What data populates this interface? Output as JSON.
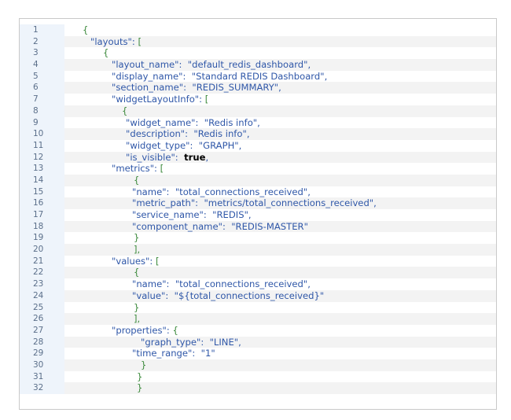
{
  "editor": {
    "lines": [
      {
        "n": "1",
        "indent": 0,
        "parts": [
          [
            "{",
            "p"
          ]
        ]
      },
      {
        "n": "2",
        "indent": 1,
        "parts": [
          [
            "\"layouts\"",
            "k"
          ],
          [
            ": ",
            "x"
          ],
          [
            "[",
            "p"
          ]
        ]
      },
      {
        "n": "3",
        "indent": 2,
        "parts": [
          [
            "{",
            "p"
          ]
        ]
      },
      {
        "n": "4",
        "indent": 3,
        "parts": [
          [
            "\"layout_name\"",
            "k"
          ],
          [
            ":  ",
            "x"
          ],
          [
            "\"default_redis_dashboard\"",
            "s"
          ],
          [
            ",",
            "x"
          ]
        ]
      },
      {
        "n": "5",
        "indent": 3,
        "parts": [
          [
            "\"display_name\"",
            "k"
          ],
          [
            ":  ",
            "x"
          ],
          [
            "\"Standard REDIS Dashboard\"",
            "s"
          ],
          [
            ",",
            "x"
          ]
        ]
      },
      {
        "n": "6",
        "indent": 3,
        "parts": [
          [
            "\"section_name\"",
            "k"
          ],
          [
            ":  ",
            "x"
          ],
          [
            "\"REDIS_SUMMARY\"",
            "s"
          ],
          [
            ",",
            "x"
          ]
        ]
      },
      {
        "n": "7",
        "indent": 3,
        "parts": [
          [
            "\"widgetLayoutInfo\"",
            "k"
          ],
          [
            ": ",
            "x"
          ],
          [
            "[",
            "p"
          ]
        ]
      },
      {
        "n": "8",
        "indent": 4,
        "parts": [
          [
            "{",
            "p"
          ]
        ]
      },
      {
        "n": "9",
        "indent": 5,
        "parts": [
          [
            "\"widget_name\"",
            "k"
          ],
          [
            ":  ",
            "x"
          ],
          [
            "\"Redis info\"",
            "s"
          ],
          [
            ",",
            "x"
          ]
        ]
      },
      {
        "n": "10",
        "indent": 5,
        "parts": [
          [
            "\"description\"",
            "k"
          ],
          [
            ":  ",
            "x"
          ],
          [
            "\"Redis info\"",
            "s"
          ],
          [
            ",",
            "x"
          ]
        ]
      },
      {
        "n": "11",
        "indent": 5,
        "parts": [
          [
            "\"widget_type\"",
            "k"
          ],
          [
            ":  ",
            "x"
          ],
          [
            "\"GRAPH\"",
            "s"
          ],
          [
            ",",
            "x"
          ]
        ]
      },
      {
        "n": "12",
        "indent": 5,
        "parts": [
          [
            "\"is_visible\"",
            "k"
          ],
          [
            ":  ",
            "x"
          ],
          [
            "true",
            "b"
          ],
          [
            ",",
            "x"
          ]
        ]
      },
      {
        "n": "13",
        "indent": 3,
        "parts": [
          [
            "\"metrics\"",
            "k"
          ],
          [
            ": ",
            "x"
          ],
          [
            "[",
            "p"
          ]
        ]
      },
      {
        "n": "14",
        "indent": 6,
        "parts": [
          [
            "{",
            "p"
          ]
        ]
      },
      {
        "n": "15",
        "indent": 7,
        "parts": [
          [
            "\"name\"",
            "k"
          ],
          [
            ":  ",
            "x"
          ],
          [
            "\"total_connections_received\"",
            "s"
          ],
          [
            ",",
            "x"
          ]
        ]
      },
      {
        "n": "16",
        "indent": 7,
        "parts": [
          [
            "\"metric_path\"",
            "k"
          ],
          [
            ":  ",
            "x"
          ],
          [
            "\"metrics/total_connections_received\"",
            "s"
          ],
          [
            ",",
            "x"
          ]
        ]
      },
      {
        "n": "17",
        "indent": 7,
        "parts": [
          [
            "\"service_name\"",
            "k"
          ],
          [
            ":  ",
            "x"
          ],
          [
            "\"REDIS\"",
            "s"
          ],
          [
            ",",
            "x"
          ]
        ]
      },
      {
        "n": "18",
        "indent": 7,
        "parts": [
          [
            "\"component_name\"",
            "k"
          ],
          [
            ":  ",
            "x"
          ],
          [
            "\"REDIS-MASTER\"",
            "s"
          ]
        ]
      },
      {
        "n": "19",
        "indent": 6,
        "parts": [
          [
            "}",
            "p"
          ]
        ]
      },
      {
        "n": "20",
        "indent": 6,
        "parts": [
          [
            "],",
            "p"
          ]
        ]
      },
      {
        "n": "21",
        "indent": 3,
        "parts": [
          [
            "\"values\"",
            "k"
          ],
          [
            ": ",
            "x"
          ],
          [
            "[",
            "p"
          ]
        ]
      },
      {
        "n": "22",
        "indent": 6,
        "parts": [
          [
            "{",
            "p"
          ]
        ]
      },
      {
        "n": "23",
        "indent": 7,
        "parts": [
          [
            "\"name\"",
            "k"
          ],
          [
            ":  ",
            "x"
          ],
          [
            "\"total_connections_received\"",
            "s"
          ],
          [
            ",",
            "x"
          ]
        ]
      },
      {
        "n": "24",
        "indent": 7,
        "parts": [
          [
            "\"value\"",
            "k"
          ],
          [
            ":  ",
            "x"
          ],
          [
            "\"${total_connections_received}\"",
            "s"
          ]
        ]
      },
      {
        "n": "25",
        "indent": 6,
        "parts": [
          [
            "}",
            "p"
          ]
        ]
      },
      {
        "n": "26",
        "indent": 6,
        "parts": [
          [
            "],",
            "p"
          ]
        ]
      },
      {
        "n": "27",
        "indent": 3,
        "parts": [
          [
            "\"properties\"",
            "k"
          ],
          [
            ": ",
            "x"
          ],
          [
            "{",
            "p"
          ]
        ]
      },
      {
        "n": "28",
        "indent": 8,
        "parts": [
          [
            "\"graph_type\"",
            "k"
          ],
          [
            ":  ",
            "x"
          ],
          [
            "\"LINE\"",
            "s"
          ],
          [
            ",",
            "x"
          ]
        ]
      },
      {
        "n": "29",
        "indent": 7,
        "parts": [
          [
            "\"time_range\"",
            "k"
          ],
          [
            ":  ",
            "x"
          ],
          [
            "\"1\"",
            "s"
          ]
        ]
      },
      {
        "n": "30",
        "indent": 8,
        "parts": [
          [
            "}",
            "p"
          ]
        ]
      },
      {
        "n": "31",
        "indent": 9,
        "parts": [
          [
            "}",
            "p"
          ]
        ]
      },
      {
        "n": "32",
        "indent": 9,
        "parts": [
          [
            "}",
            "p"
          ]
        ]
      }
    ]
  }
}
